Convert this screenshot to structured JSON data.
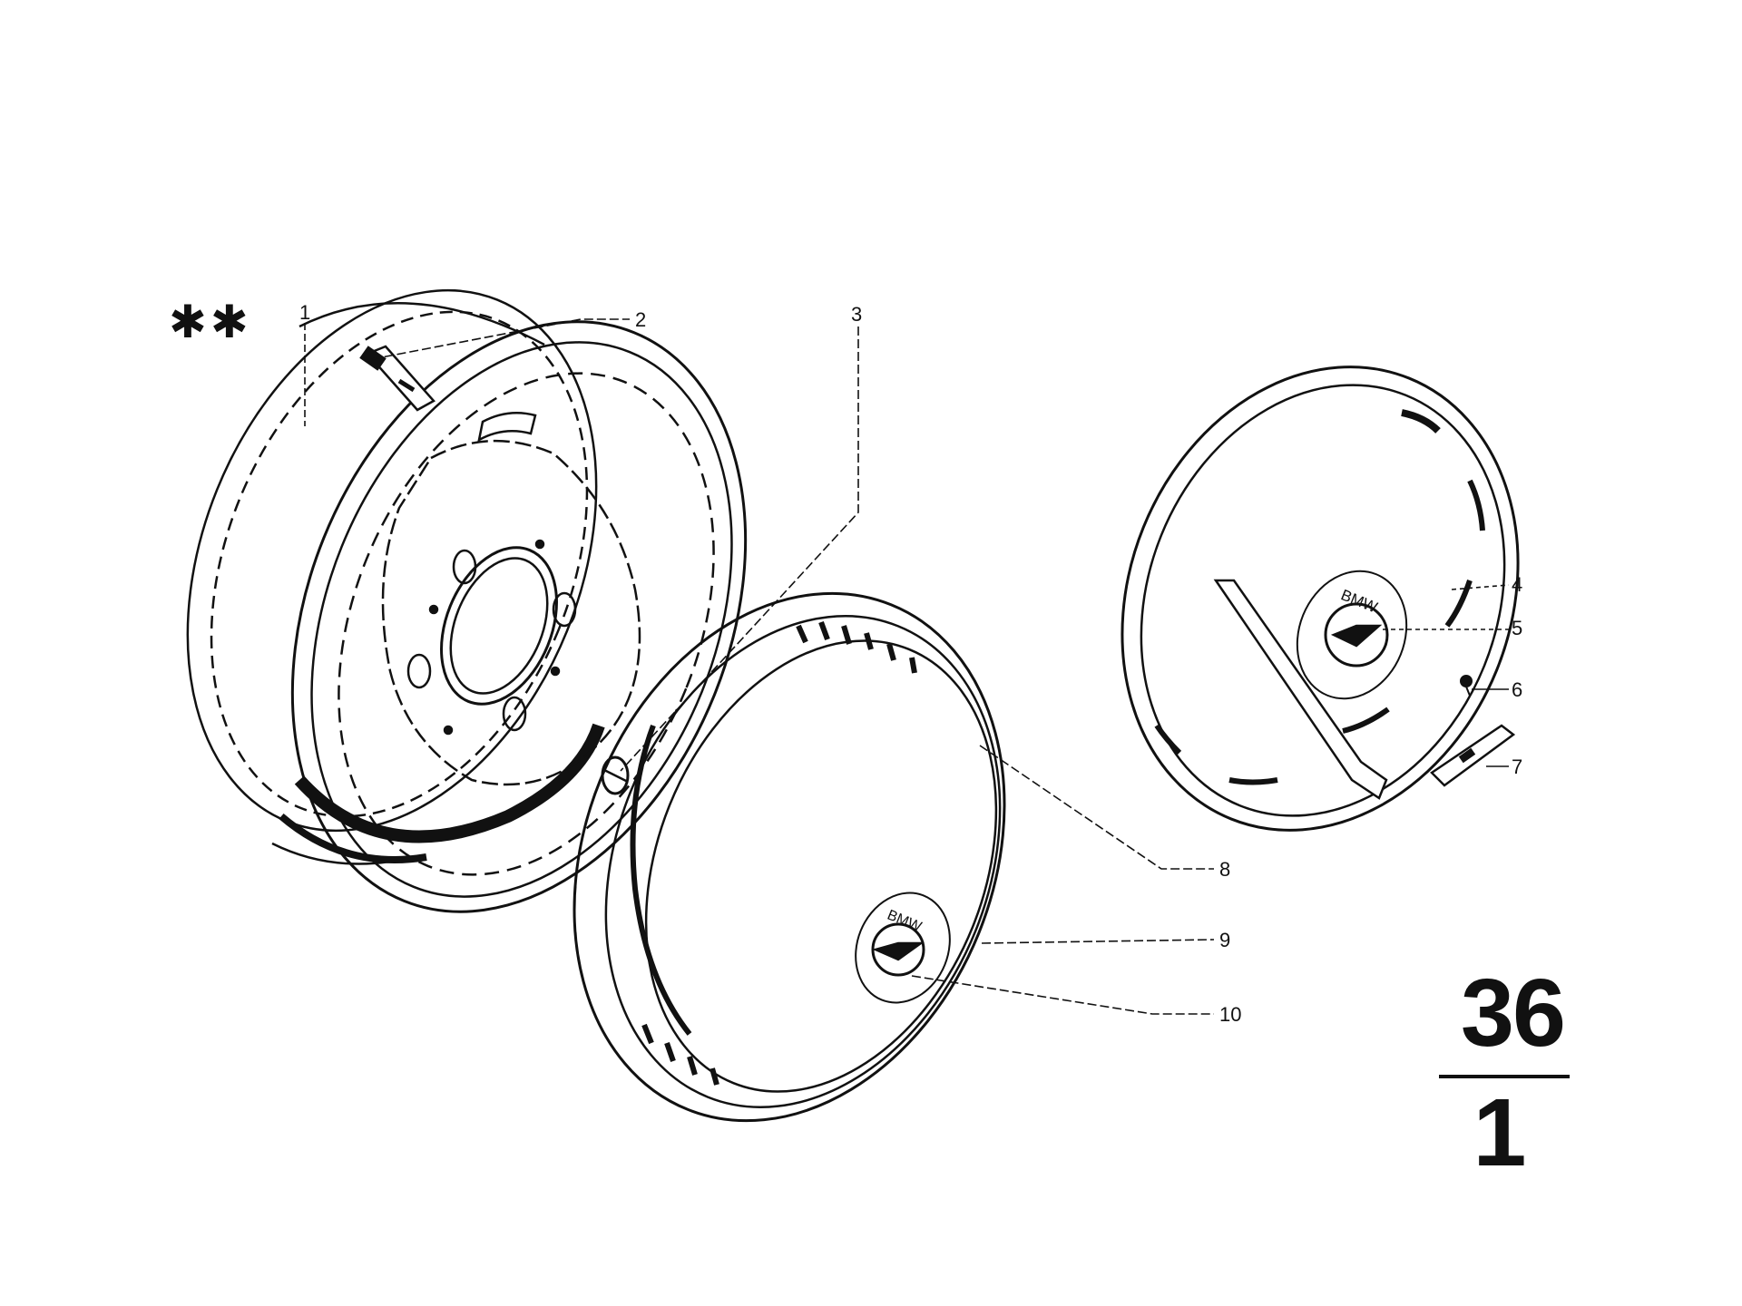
{
  "markers": {
    "stars": "✱✱"
  },
  "callouts": {
    "c1": "1",
    "c2": "2",
    "c3": "3",
    "c4": "4",
    "c5": "5",
    "c6": "6",
    "c7": "7",
    "c8": "8",
    "c9": "9",
    "c10": "10"
  },
  "emblem": {
    "text": "BMW"
  },
  "reference": {
    "group": "36",
    "page": "1"
  }
}
